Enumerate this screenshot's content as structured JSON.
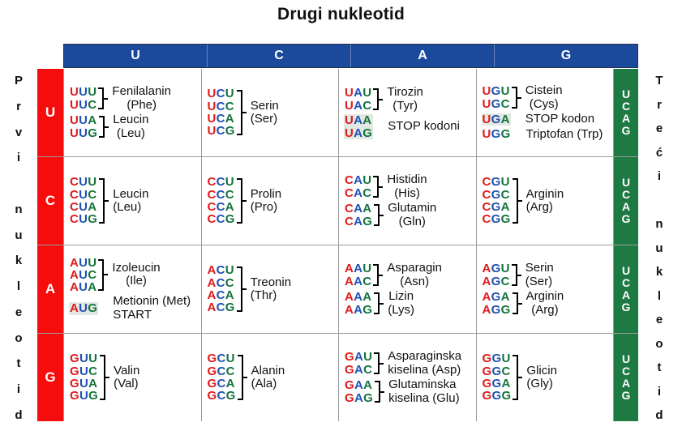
{
  "title": "Drugi nukleotid",
  "left_caption": "Prvi nukleotid",
  "right_caption": "Treći nukleotid",
  "colors": {
    "header_blue": "#1b4a9c",
    "first_nucleotide_red": "#f60c0c",
    "third_nucleotide_green": "#1d7a43",
    "codon_pos1": "#e01b1b",
    "codon_pos2": "#1f51b5",
    "codon_pos3": "#13743a",
    "highlight_gray": "#e2e8e2"
  },
  "column_headers": [
    "U",
    "C",
    "A",
    "G"
  ],
  "row_headers": [
    "U",
    "C",
    "A",
    "G"
  ],
  "third_nucleotides": [
    "U",
    "C",
    "A",
    "G"
  ],
  "rows": [
    {
      "first": "U",
      "cells": [
        {
          "groups": [
            {
              "codons": [
                "UUU",
                "UUC"
              ],
              "brace": true,
              "label": "Fenilalanin\n(Phe)",
              "align": "center",
              "highlight": false
            },
            {
              "codons": [
                "UUA",
                "UUG"
              ],
              "brace": true,
              "label": "Leucin\n(Leu)",
              "align": "center",
              "highlight": false
            }
          ]
        },
        {
          "groups": [
            {
              "codons": [
                "UCU",
                "UCC",
                "UCA",
                "UCG"
              ],
              "brace": true,
              "label": "Serin\n(Ser)",
              "align": "left",
              "highlight": false
            }
          ]
        },
        {
          "groups": [
            {
              "codons": [
                "UAU",
                "UAC"
              ],
              "brace": true,
              "label": "Tirozin\n(Tyr)",
              "align": "center",
              "highlight": false
            },
            {
              "codons": [
                "UAA",
                "UAG"
              ],
              "brace": false,
              "label": "STOP kodoni",
              "align": "left",
              "highlight": true
            }
          ]
        },
        {
          "groups": [
            {
              "codons": [
                "UGU",
                "UGC"
              ],
              "brace": true,
              "label": "Cistein\n(Cys)",
              "align": "center",
              "highlight": false
            },
            {
              "codons": [
                "UGA"
              ],
              "brace": false,
              "label": "STOP kodon",
              "align": "left",
              "highlight": true
            },
            {
              "codons": [
                "UGG"
              ],
              "brace": false,
              "label": "Triptofan (Trp)",
              "align": "left",
              "highlight": false
            }
          ]
        }
      ]
    },
    {
      "first": "C",
      "cells": [
        {
          "groups": [
            {
              "codons": [
                "CUU",
                "CUC",
                "CUA",
                "CUG"
              ],
              "brace": true,
              "label": "Leucin\n(Leu)",
              "align": "left",
              "highlight": false
            }
          ]
        },
        {
          "groups": [
            {
              "codons": [
                "CCU",
                "CCC",
                "CCA",
                "CCG"
              ],
              "brace": true,
              "label": "Prolin\n(Pro)",
              "align": "left",
              "highlight": false
            }
          ]
        },
        {
          "groups": [
            {
              "codons": [
                "CAU",
                "CAC"
              ],
              "brace": true,
              "label": "Histidin\n(His)",
              "align": "center",
              "highlight": false
            },
            {
              "codons": [
                "CAA",
                "CAG"
              ],
              "brace": true,
              "label": "Glutamin\n(Gln)",
              "align": "center",
              "highlight": false
            }
          ]
        },
        {
          "groups": [
            {
              "codons": [
                "CGU",
                "CGC",
                "CGA",
                "CGG"
              ],
              "brace": true,
              "label": "Arginin\n(Arg)",
              "align": "left",
              "highlight": false
            }
          ]
        }
      ]
    },
    {
      "first": "A",
      "cells": [
        {
          "groups": [
            {
              "codons": [
                "AUU",
                "AUC",
                "AUA"
              ],
              "brace": true,
              "label": "Izoleucin\n(Ile)",
              "align": "center",
              "highlight": false
            },
            {
              "codons": [
                "AUG"
              ],
              "brace": false,
              "label": "Metionin (Met)\n   START",
              "align": "left",
              "highlight": true
            }
          ]
        },
        {
          "groups": [
            {
              "codons": [
                "ACU",
                "ACC",
                "ACA",
                "ACG"
              ],
              "brace": true,
              "label": "Treonin\n(Thr)",
              "align": "left",
              "highlight": false
            }
          ]
        },
        {
          "groups": [
            {
              "codons": [
                "AAU",
                "AAC"
              ],
              "brace": true,
              "label": "Asparagin\n(Asn)",
              "align": "center",
              "highlight": false
            },
            {
              "codons": [
                "AAA",
                "AAG"
              ],
              "brace": true,
              "label": "Lizin\n(Lys)",
              "align": "center",
              "highlight": false
            }
          ]
        },
        {
          "groups": [
            {
              "codons": [
                "AGU",
                "AGC"
              ],
              "brace": true,
              "label": "Serin\n(Ser)",
              "align": "left",
              "highlight": false
            },
            {
              "codons": [
                "AGA",
                "AGG"
              ],
              "brace": true,
              "label": "Arginin\n(Arg)",
              "align": "center",
              "highlight": false
            }
          ]
        }
      ]
    },
    {
      "first": "G",
      "cells": [
        {
          "groups": [
            {
              "codons": [
                "GUU",
                "GUC",
                "GUA",
                "GUG"
              ],
              "brace": true,
              "label": "Valin\n(Val)",
              "align": "left",
              "highlight": false
            }
          ]
        },
        {
          "groups": [
            {
              "codons": [
                "GCU",
                "GCC",
                "GCA",
                "GCG"
              ],
              "brace": true,
              "label": "Alanin\n(Ala)",
              "align": "left",
              "highlight": false
            }
          ]
        },
        {
          "groups": [
            {
              "codons": [
                "GAU",
                "GAC"
              ],
              "brace": true,
              "label": "Asparaginska\nkiselina (Asp)",
              "align": "left",
              "highlight": false
            },
            {
              "codons": [
                "GAA",
                "GAG"
              ],
              "brace": true,
              "label": "Glutaminska\nkiselina (Glu)",
              "align": "left",
              "highlight": false
            }
          ]
        },
        {
          "groups": [
            {
              "codons": [
                "GGU",
                "GGC",
                "GGA",
                "GGG"
              ],
              "brace": true,
              "label": "Glicin\n(Gly)",
              "align": "left",
              "highlight": false
            }
          ]
        }
      ]
    }
  ]
}
